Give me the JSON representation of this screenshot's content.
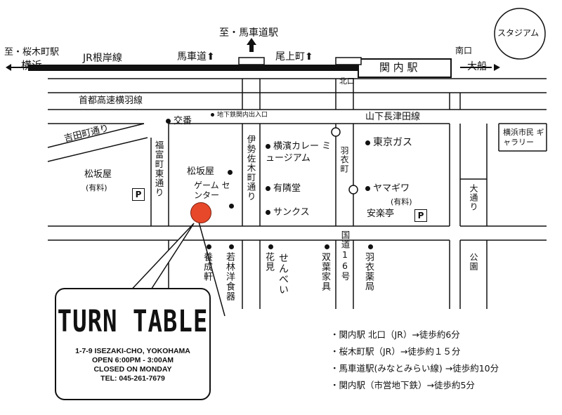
{
  "stations": {
    "sakuragicho_dir": "至・桜木町駅",
    "yokohama_dir": "横浜",
    "jr_line": "JR根岸線",
    "bashamichi_up": "馬車道",
    "bashamichi_station_dir": "至・馬車道駅",
    "onoecho_up": "尾上町",
    "kannai_station": "関 内 駅",
    "ofuna_dir": "大船",
    "south_exit": "南口",
    "north_exit": "北口",
    "stadium": "スタジアム"
  },
  "roads": {
    "expressway": "首都高速横羽線",
    "yamashita_nagatsuda": "山下長津田線",
    "yoshidamachi": "吉田町通り",
    "fukutomicho_higashi": "福富町東通り",
    "isezakicho": "伊勢佐木町通り",
    "hagoromocho": "羽衣町",
    "route16": "国道16号",
    "odori": "大通り"
  },
  "places": {
    "koban": "交番",
    "subway_entrance": "地下鉄関内出入口",
    "matsuzakaya_paid": "松坂屋",
    "paid": "(有料)",
    "matsuzakaya": "松坂屋",
    "game_center": "ゲーム センター",
    "yokohama_curry": "横濱カレー ミュージアム",
    "yurindo": "有隣堂",
    "sanks": "サンクス",
    "tokyo_gas": "東京ガス",
    "yamagiwa": "ヤマギワ",
    "yamagiwa_paid": "(有料)",
    "anrakutei": "安楽亭",
    "yokohama_gallery": "横浜市民 ギャラリー",
    "youseiken": "養成軒",
    "wakabayashi": "若林洋食器",
    "hanami_senbei": "花見",
    "senbei": "せんべい",
    "futaba_kaho": "双葉家具",
    "hagoromo_yakkyoku": "羽衣薬局",
    "park": "公園",
    "parking_symbol": "P"
  },
  "shop": {
    "name": "TURN TABLE",
    "address": "1-7-9 ISEZAKI-CHO, YOKOHAMA",
    "hours": "OPEN 6:00PM - 3:00AM",
    "closed": "CLOSED ON MONDAY",
    "tel": "TEL: 045-261-7679"
  },
  "access": [
    "・関内駅 北口（JR）→徒歩約6分",
    "・桜木町駅（JR）→徒歩約１５分",
    "・馬車道駅(みなとみらい線) →徒歩約10分",
    "・関内駅（市営地下鉄）→徒歩約5分"
  ],
  "colors": {
    "highlight": "#e8482a",
    "ink": "#111111"
  }
}
